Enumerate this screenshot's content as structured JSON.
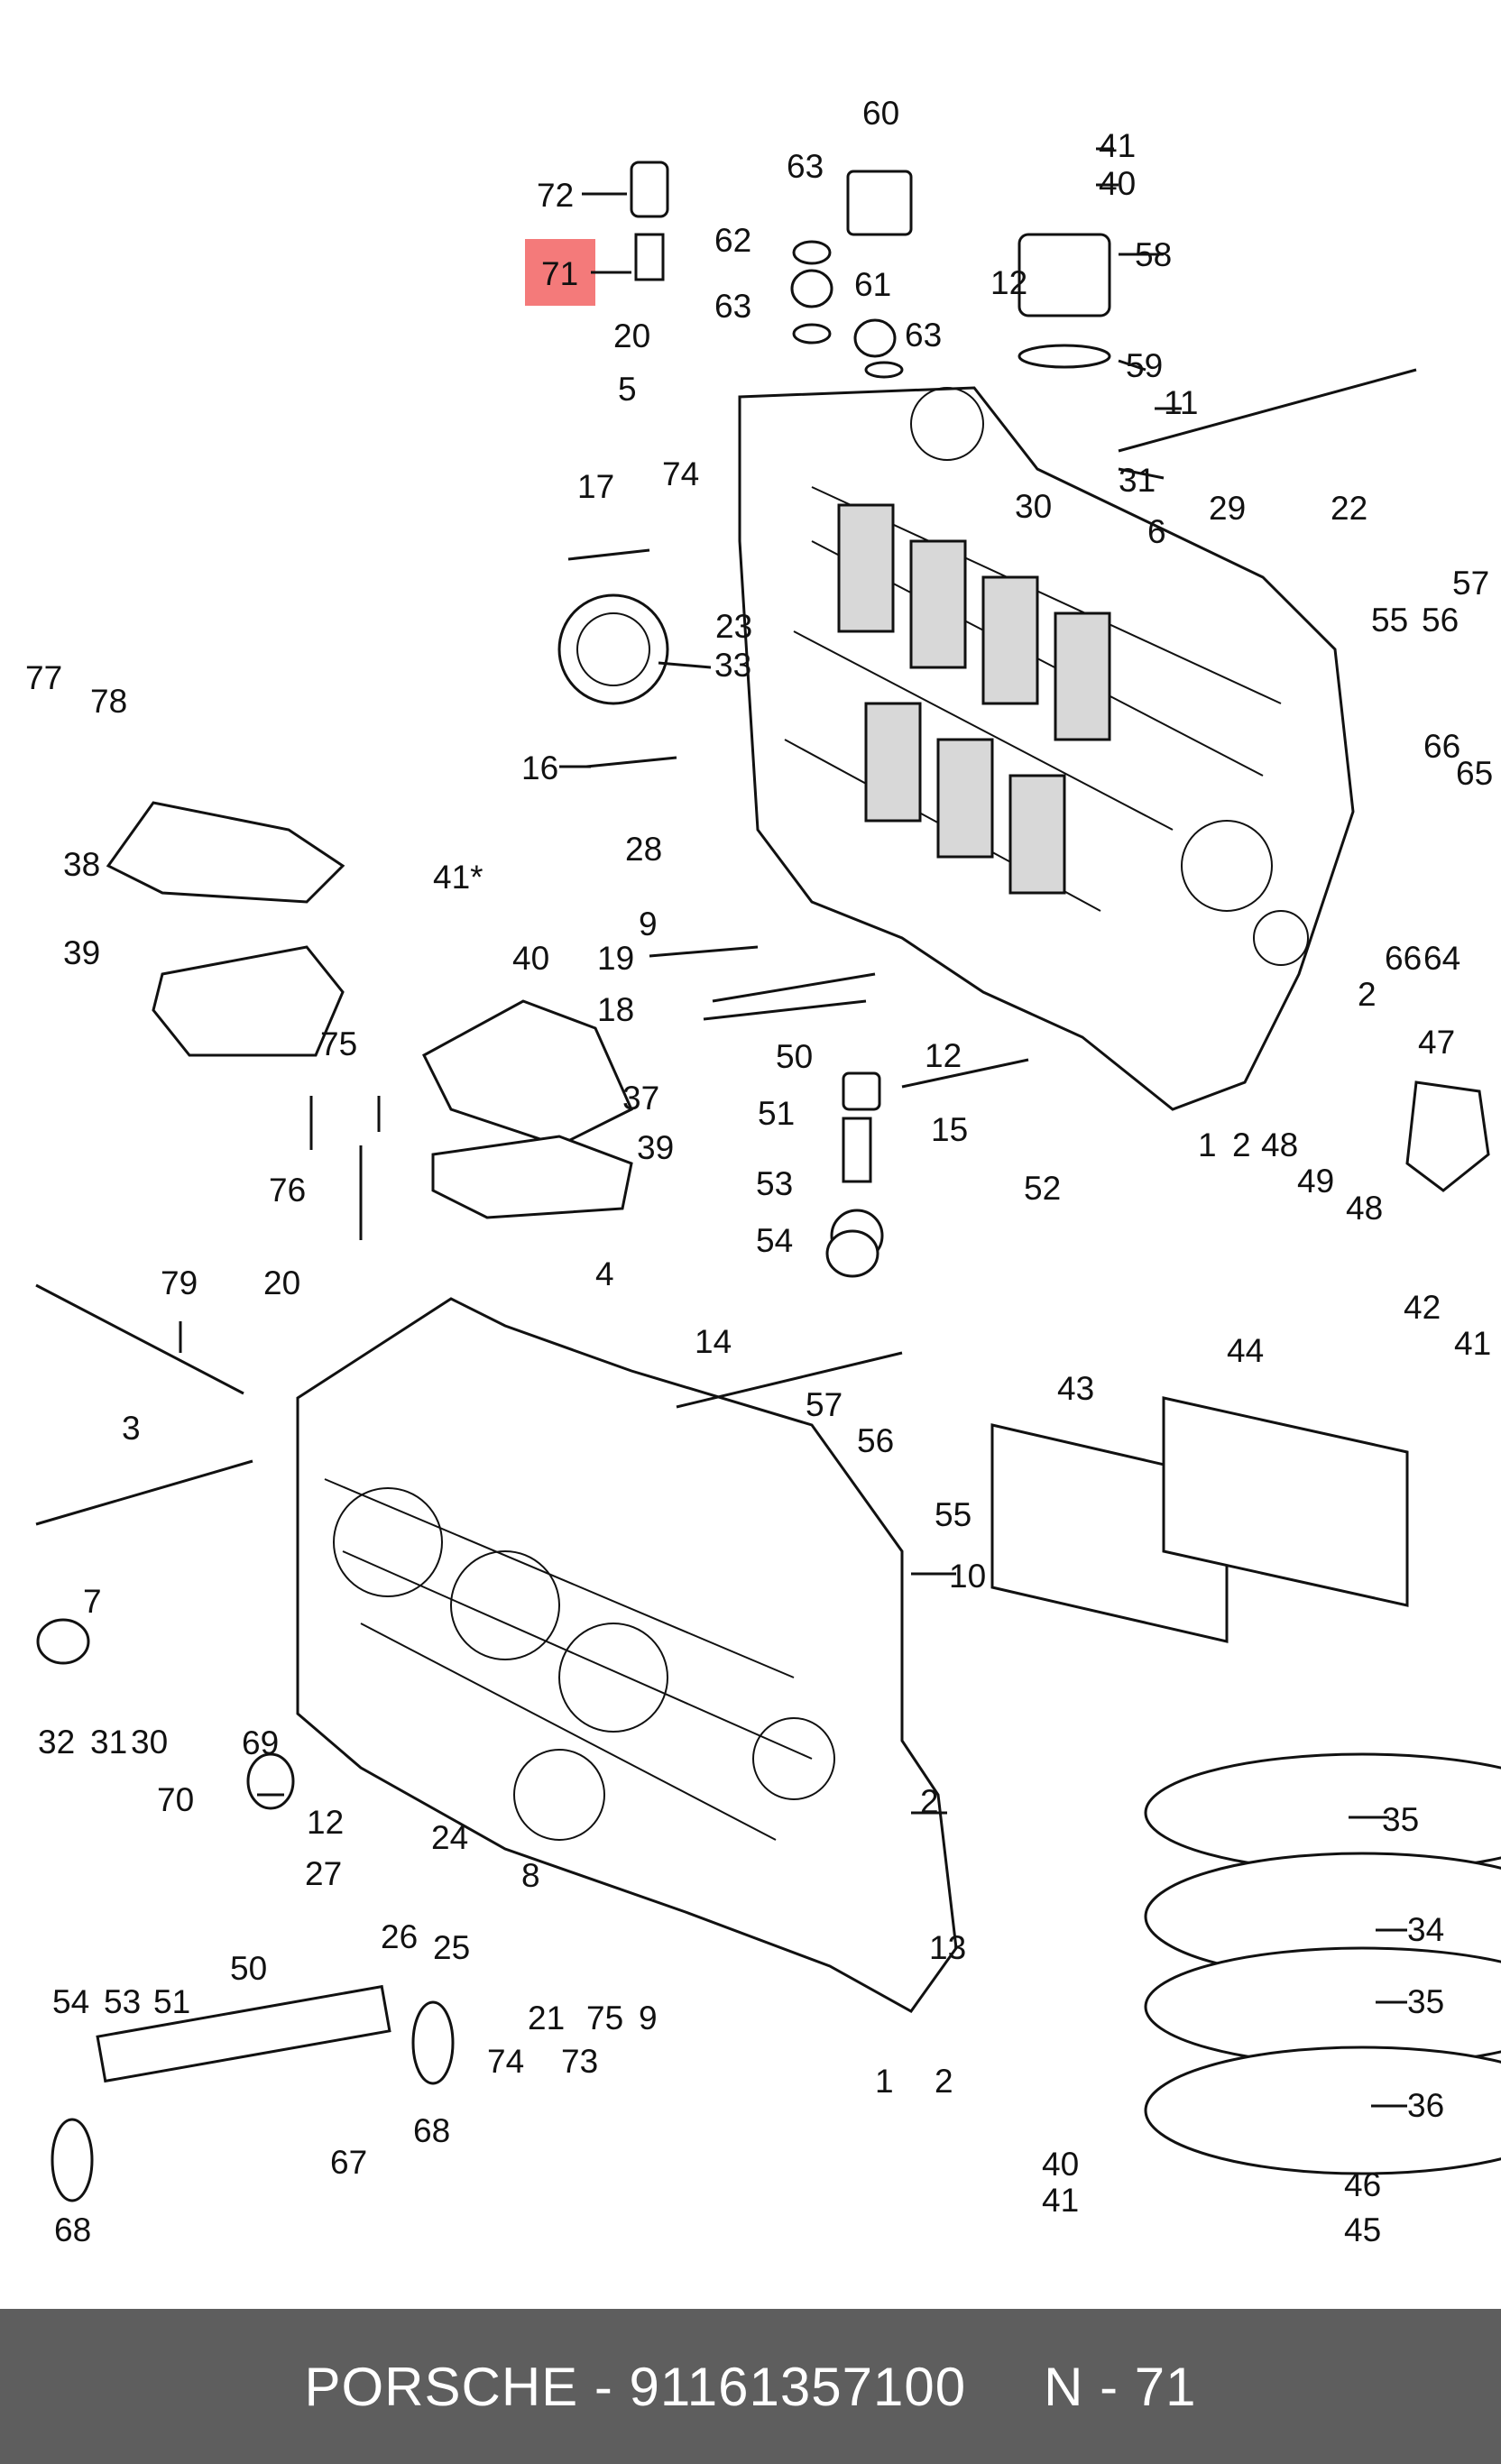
{
  "diagram": {
    "highlight": {
      "part": "71",
      "color": "#f47a7a"
    },
    "labels": [
      "1",
      "2",
      "3",
      "4",
      "5",
      "6",
      "7",
      "8",
      "9",
      "10",
      "11",
      "12",
      "13",
      "14",
      "15",
      "16",
      "17",
      "18",
      "19",
      "20",
      "21",
      "22",
      "23",
      "24",
      "25",
      "26",
      "27",
      "28",
      "29",
      "30",
      "31",
      "32",
      "33",
      "34",
      "35",
      "36",
      "37",
      "38",
      "39",
      "40",
      "41",
      "41*",
      "42",
      "43",
      "44",
      "45",
      "46",
      "47",
      "48",
      "49",
      "50",
      "51",
      "52",
      "53",
      "54",
      "55",
      "56",
      "57",
      "58",
      "59",
      "60",
      "61",
      "62",
      "63",
      "64",
      "65",
      "66",
      "67",
      "68",
      "69",
      "70",
      "71",
      "72",
      "73",
      "74",
      "75",
      "76",
      "77",
      "78",
      "79"
    ]
  },
  "footer": {
    "brand": "PORSCHE",
    "separator": "-",
    "part_number": "91161357100",
    "position_prefix": "N",
    "position_number": "71",
    "background": "#5e5e5e"
  }
}
